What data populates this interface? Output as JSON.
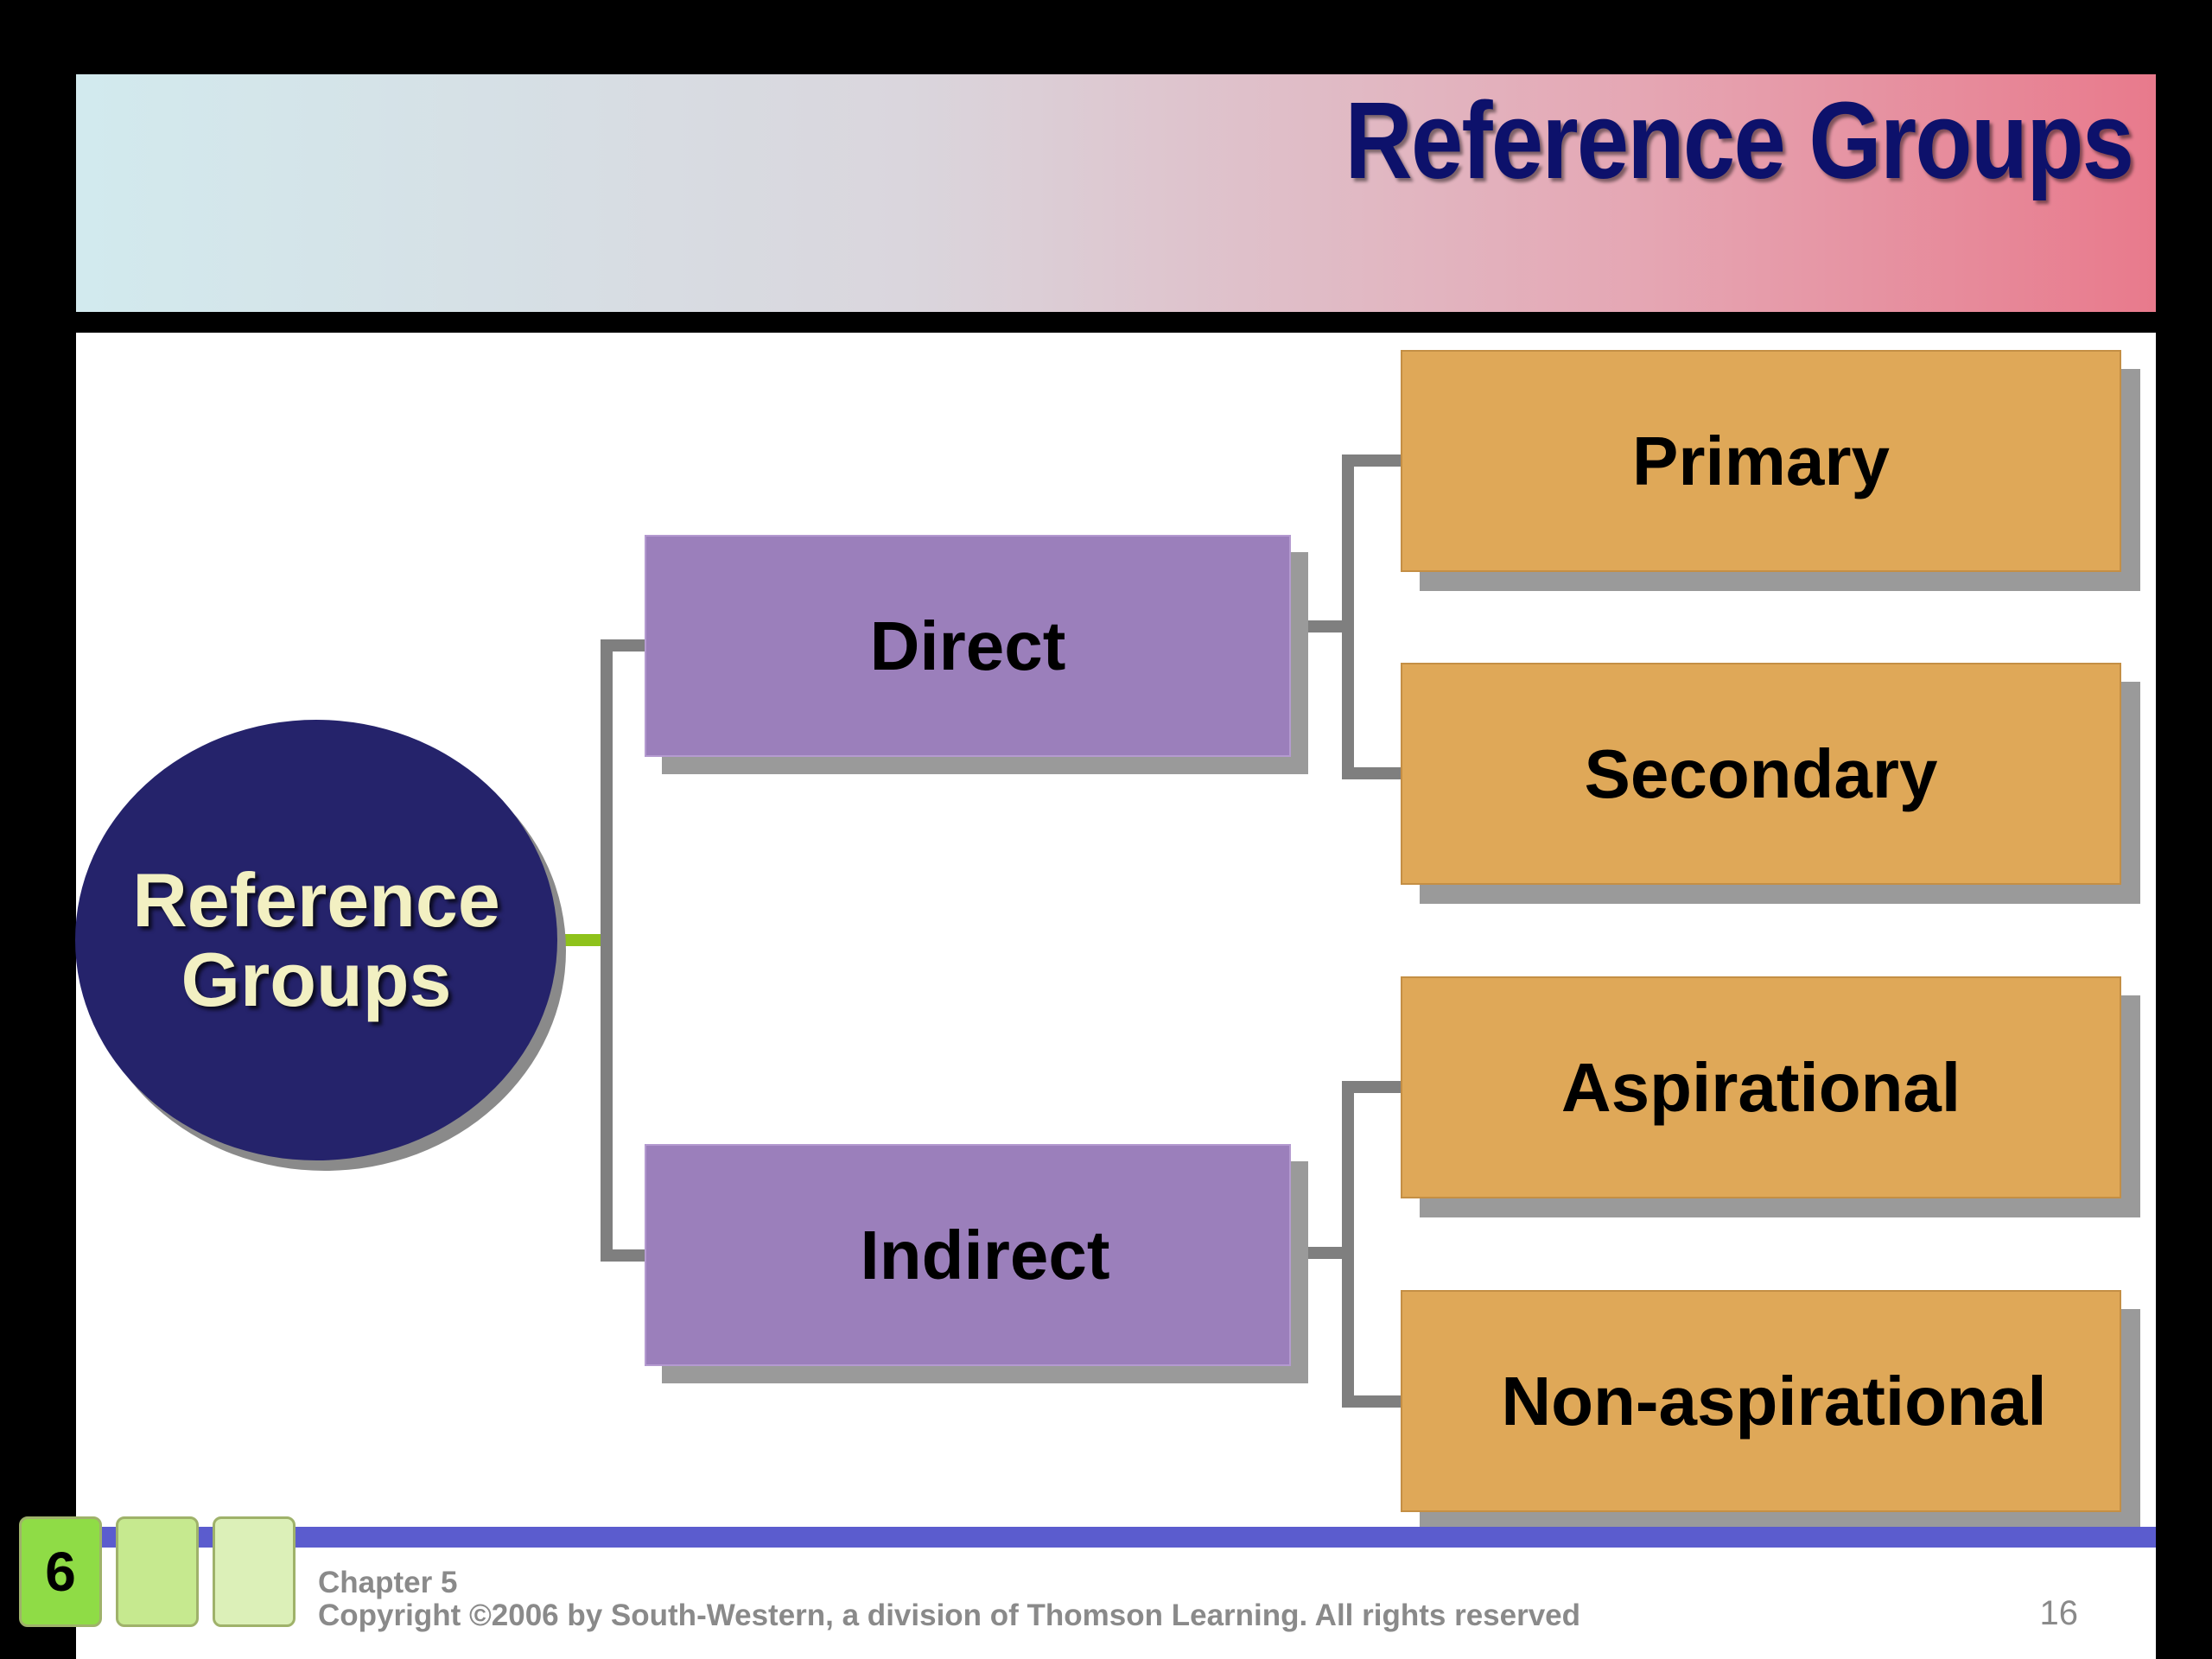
{
  "title": "Reference Groups",
  "root": {
    "line1": "Reference",
    "line2": "Groups"
  },
  "level1": [
    {
      "label": "Direct"
    },
    {
      "label": "Indirect"
    }
  ],
  "level2": [
    {
      "label": "Primary"
    },
    {
      "label": "Secondary"
    },
    {
      "label": "Aspirational"
    },
    {
      "label": "Non-aspirational"
    }
  ],
  "footer": {
    "badge": "6",
    "chapter": "Chapter 5",
    "copyright": "Copyright ©2006 by South-Western, a division of Thomson Learning.  All rights reserved",
    "page": "16"
  },
  "colors": {
    "title": "#0d116b",
    "root": "#25236b",
    "level1": "#9b7fbb",
    "level2": "#dfa858",
    "connector": "#7f7f7f",
    "footer_bar": "#5b5cce"
  }
}
